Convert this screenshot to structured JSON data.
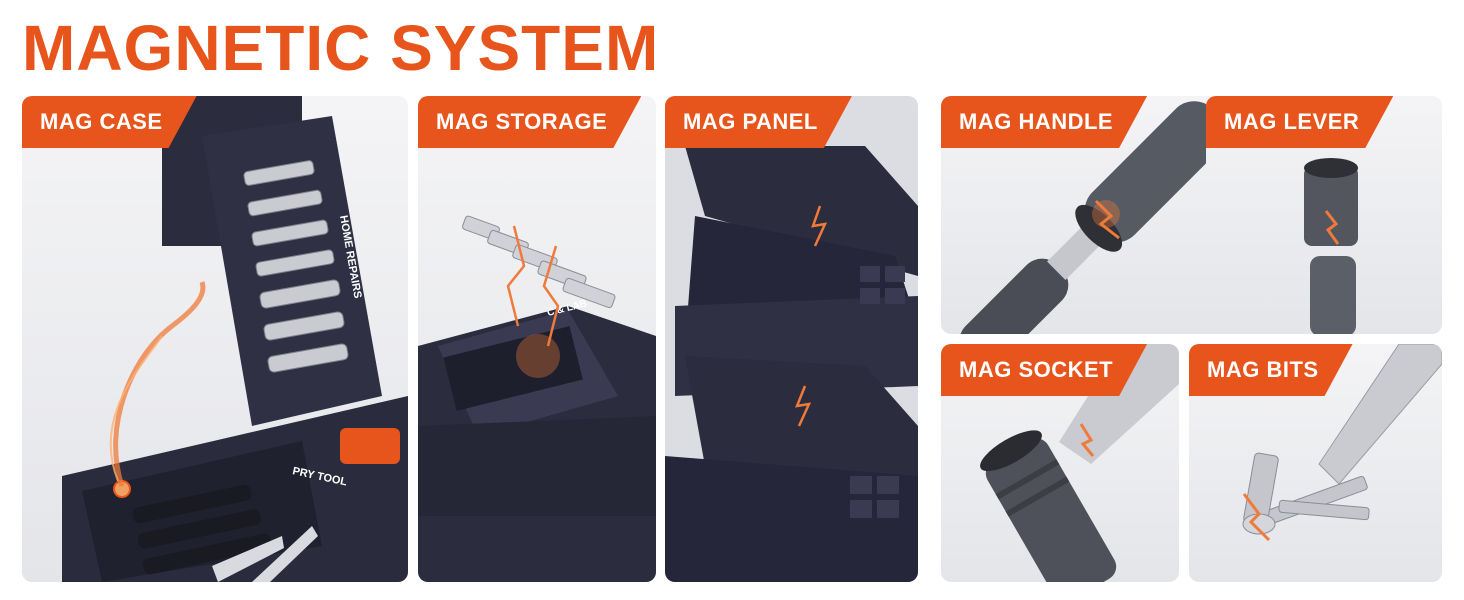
{
  "headline": "MAGNETIC SYSTEM",
  "accent_color": "#e8551c",
  "case_color": "#2b2c3e",
  "panels": [
    {
      "label": "MAG CASE",
      "icons": [
        "tool-case-icon",
        "pry-tool-icon",
        "magnetic-spark-icon"
      ],
      "case_text": [
        "HOME REPAIRS",
        "PRY TOOL"
      ]
    },
    {
      "label": "MAG STORAGE",
      "icons": [
        "bit-storage-icon",
        "magnetic-spark-icon"
      ],
      "case_text": [
        "C & LAB"
      ]
    },
    {
      "label": "MAG PANEL",
      "icons": [
        "stacked-panels-icon",
        "magnetic-spark-icon"
      ]
    },
    {
      "label": "MAG HANDLE",
      "icons": [
        "screwdriver-handle-icon",
        "magnetic-spark-icon"
      ]
    },
    {
      "label": "MAG LEVER",
      "icons": [
        "lever-icon",
        "magnetic-spark-icon"
      ]
    },
    {
      "label": "MAG SOCKET",
      "icons": [
        "socket-icon",
        "magnetic-spark-icon"
      ]
    },
    {
      "label": "MAG BITS",
      "icons": [
        "bits-and-screws-icon",
        "magnetic-spark-icon"
      ]
    }
  ]
}
